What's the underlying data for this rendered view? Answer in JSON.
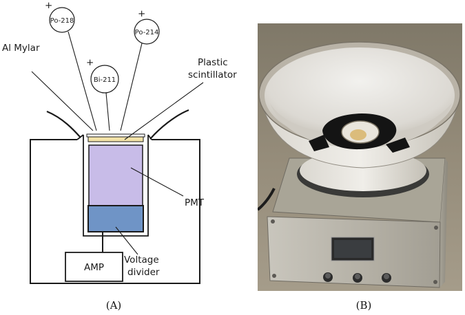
{
  "diagram": {
    "isotopes": [
      {
        "symbol": "+",
        "name": "Po-218"
      },
      {
        "symbol": "+",
        "name": "Po-214"
      },
      {
        "symbol": "+",
        "name": "Bi-211"
      }
    ],
    "labels": {
      "al_mylar": "Al Mylar",
      "plastic_line1": "Plastic",
      "plastic_line2": "scintillator",
      "pmt": "PMT",
      "voltage_line1": "Voltage",
      "voltage_line2": "divider",
      "amp": "AMP"
    },
    "colors": {
      "pmt_fill": "#c8bce8",
      "divider_fill": "#6f94c6",
      "scintillator_fill": "#f3e3a8",
      "line": "#1a1a1a"
    }
  },
  "captions": {
    "a": "(A)",
    "b": "(B)"
  },
  "photo": {
    "colors": {
      "background": "#8d8474",
      "box": "#b7b3a8",
      "bowl": "#dedcd8",
      "bowl_rim": "#c9c2b6"
    }
  }
}
